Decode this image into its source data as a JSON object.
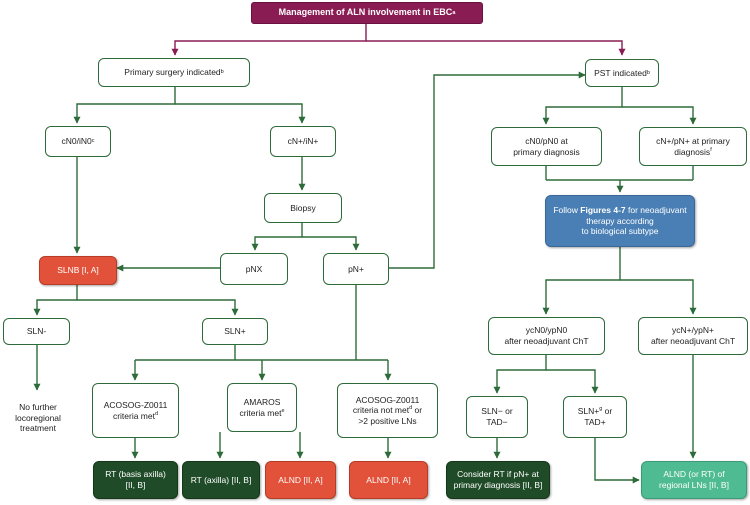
{
  "colors": {
    "title": "#8a1c54",
    "line_green": "#2e6b3a",
    "red": "#e2523a",
    "dark_green": "#1f4b28",
    "blue": "#4a7fb5",
    "teal": "#4fbb92"
  },
  "title": {
    "text": "Management of ALN involvement in EBC",
    "sup": "a"
  },
  "primary_surgery": {
    "text": "Primary surgery indicated",
    "sup": "b"
  },
  "pst": {
    "text": "PST indicated",
    "sup": "b"
  },
  "cn0": {
    "text": "cN0/iN0",
    "sup": "c"
  },
  "cnplus": {
    "text": "cN+/iN+"
  },
  "biopsy": {
    "text": "Biopsy"
  },
  "pnx": {
    "text": "pNX"
  },
  "pnplus": {
    "text": "pN+"
  },
  "slnb": {
    "text": "SLNB [I, A]"
  },
  "sln_neg": {
    "text": "SLN-"
  },
  "sln_pos": {
    "text": "SLN+"
  },
  "no_further": {
    "text": "No further\nlocoregional\ntreatment"
  },
  "acosog_met": {
    "line1": "ACOSOG-Z0011",
    "line2": "criteria met",
    "sup": "d"
  },
  "amaros": {
    "line1": "AMAROS",
    "line2": "criteria met",
    "sup": "e"
  },
  "acosog_notmet": {
    "line1": "ACOSOG-Z0011",
    "line2": "criteria not met",
    "sup": "d",
    "line2b": " or",
    "line3": ">2 positive LNs"
  },
  "rt_basis": {
    "text": "RT (basis axilla)\n[II, B]"
  },
  "rt_axilla": {
    "text": "RT (axilla) [II, B]"
  },
  "alnd_1": {
    "text": "ALND [II, A]"
  },
  "alnd_2": {
    "text": "ALND [II, A]"
  },
  "cn0_pn0": {
    "text": "cN0/pN0 at\nprimary diagnosis"
  },
  "cnplus_pnplus": {
    "line1": "cN+/pN+ at primary",
    "line2": "diagnosis",
    "sup": "f"
  },
  "follow": {
    "pre": "Follow ",
    "bold": "Figures 4-7",
    "post": " for neoadjuvant\ntherapy according\nto biological subtype"
  },
  "ycn0": {
    "text": "ycN0/ypN0\nafter neoadjuvant ChT"
  },
  "ycnplus": {
    "text": "ycN+/ypN+\nafter neoadjuvant ChT"
  },
  "sln_tad_neg": {
    "text": "SLN− or\nTAD−"
  },
  "sln_tad_pos": {
    "line1": "SLN+",
    "sup": "g",
    "line1b": " or",
    "line2": "TAD+"
  },
  "consider_rt": {
    "text": "Consider RT if pN+ at\nprimary diagnosis [II, B]"
  },
  "alnd_rt": {
    "text": "ALND (or RT) of\nregional LNs [II, B]"
  }
}
